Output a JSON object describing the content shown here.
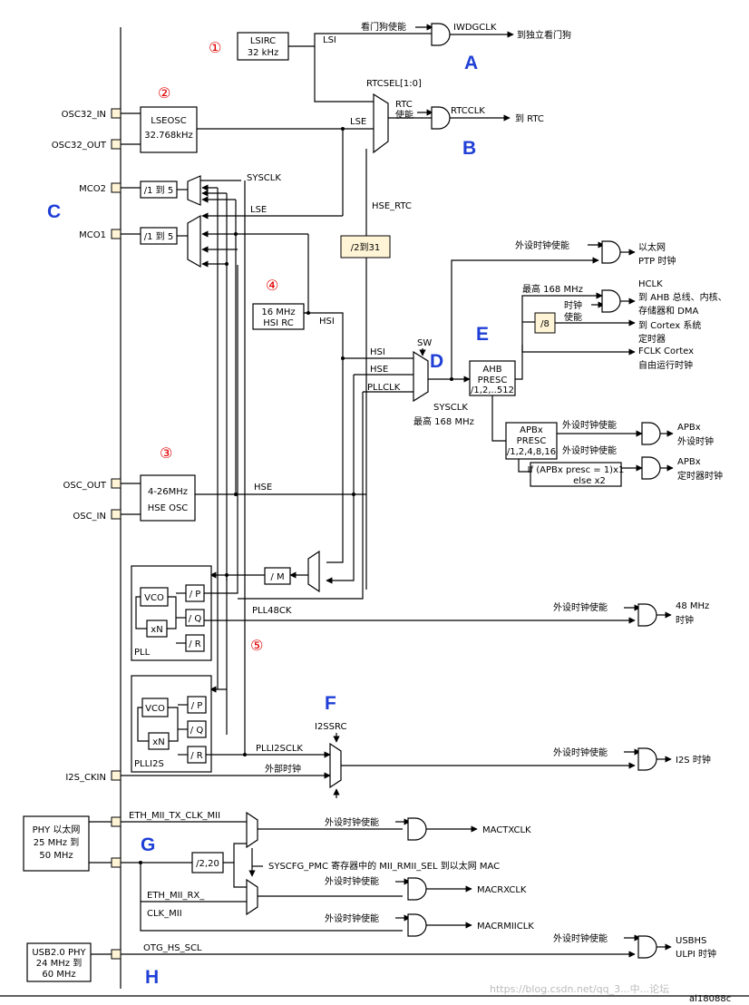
{
  "markers": {
    "circled": [
      "①",
      "②",
      "③",
      "④",
      "⑤"
    ],
    "letters": [
      "A",
      "B",
      "C",
      "D",
      "E",
      "F",
      "G",
      "H"
    ]
  },
  "pins": {
    "osc32_in": "OSC32_IN",
    "osc32_out": "OSC32_OUT",
    "mco2": "MCO2",
    "mco1": "MCO1",
    "osc_out": "OSC_OUT",
    "osc_in": "OSC_IN",
    "i2s_ckin": "I2S_CKIN"
  },
  "blocks": {
    "lsirc": [
      "LSIRC",
      "32 kHz"
    ],
    "lseosc": [
      "LSEOSC",
      "32.768kHz"
    ],
    "mco_div": "/1 到 5",
    "hsirc": [
      "16 MHz",
      "HSI RC"
    ],
    "hseosc": [
      "4-26MHz",
      "HSE OSC"
    ],
    "rtc_div": "/2到31",
    "div8": "/8",
    "ahb": [
      "AHB",
      "PRESC",
      "/1,2,..512"
    ],
    "apbx": [
      "APBx",
      "PRESC",
      "/1,2,4,8,16"
    ],
    "apb_timer": [
      "If (APBx presc = 1)x1",
      "else x2"
    ],
    "pll_div_m": "/ M",
    "vco": "VCO",
    "xn": "xN",
    "p": "/ P",
    "q": "/ Q",
    "r": "/ R",
    "pll": "PLL",
    "plli2s": "PLLI2S",
    "phy_eth": [
      "PHY 以太网",
      "25 MHz 到",
      "50 MHz"
    ],
    "div_220": "/2,20",
    "phy_usb": [
      "USB2.0 PHY",
      "24 MHz 到",
      "60 MHz"
    ]
  },
  "signals": {
    "lsi": "LSI",
    "lse": "LSE",
    "lse2": "LSE",
    "wdg_en": "看门狗使能",
    "iwdgclk": "IWDGCLK",
    "to_iwdg": "到独立看门狗",
    "rtcsel": "RTCSEL[1:0]",
    "rtc_en": [
      "RTC",
      "使能"
    ],
    "rtcclk": "RTCCLK",
    "to_rtc": "到 RTC",
    "sysclk": "SYSCLK",
    "hse_rtc": "HSE_RTC",
    "hsi": "HSI",
    "hsi2": "HSI",
    "hse": "HSE",
    "hse2": "HSE",
    "pllclk": "PLLCLK",
    "sw": "SW",
    "sysclk_max": [
      "SYSCLK",
      "最高 168 MHz"
    ],
    "periph_en": "外设时钟使能",
    "eth_ptp": [
      "以太网",
      "PTP 时钟"
    ],
    "hclk_max": "最高 168 MHz",
    "clk_en": [
      "时钟",
      "使能"
    ],
    "hclk": [
      "HCLK",
      "到 AHB 总线、内核、",
      "存储器和 DMA"
    ],
    "to_cortex": [
      "到 Cortex 系统",
      "定时器"
    ],
    "fclk": [
      "FCLK Cortex",
      "自由运行时钟"
    ],
    "apbx_periph": [
      "APBx",
      "外设时钟"
    ],
    "apbx_timer": [
      "APBx",
      "定时器时钟"
    ],
    "pll48ck": "PLL48CK",
    "mhz48": [
      "48 MHz",
      "时钟"
    ],
    "i2ssrc": "I2SSRC",
    "plli2sclk": "PLLI2SCLK",
    "ext_clk": "外部时钟",
    "i2s_clk": "I2S 时钟",
    "eth_tx": "ETH_MII_TX_CLK_MII",
    "eth_rx": [
      "ETH_MII_RX_",
      "CLK_MII"
    ],
    "syscfg": "SYSCFG_PMC 寄存器中的 MII_RMII_SEL 到以太网 MAC",
    "mactxclk": "MACTXCLK",
    "macrxclk": "MACRXCLK",
    "macrmiiclk": "MACRMIICLK",
    "otg_hs_scl": "OTG_HS_SCL",
    "usbhs": [
      "USBHS",
      "ULPI 时钟"
    ]
  },
  "footer": {
    "code": "ai18088c",
    "watermark": "https://blog.csdn.net/qq_3...中...论坛"
  }
}
